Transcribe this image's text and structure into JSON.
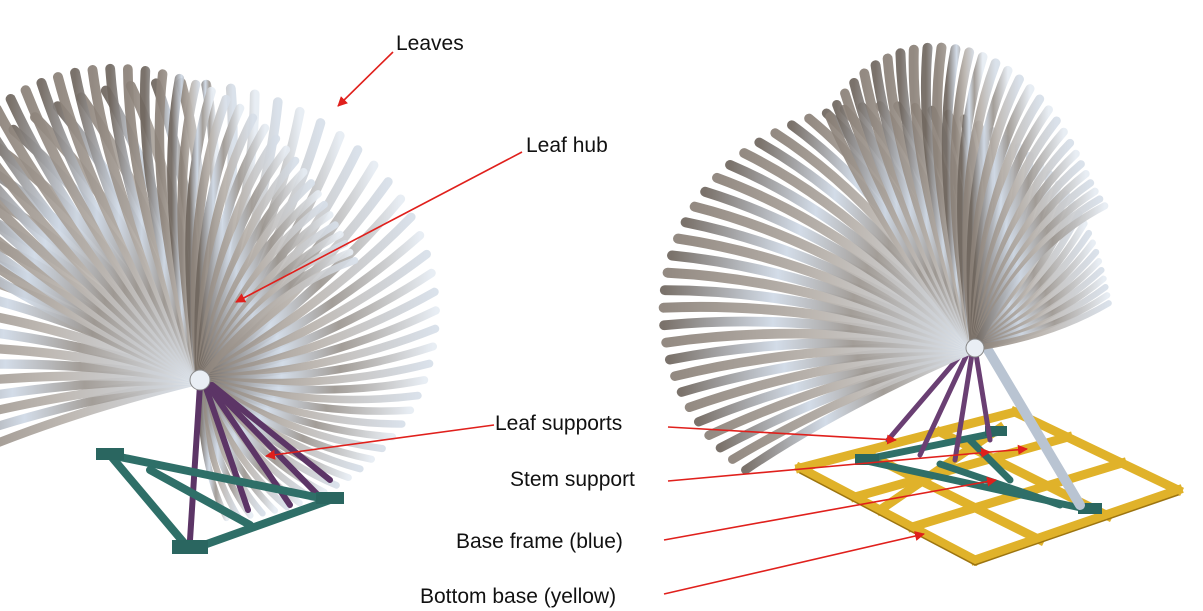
{
  "labels": {
    "leaves": "Leaves",
    "leaf_hub": "Leaf hub",
    "leaf_supports": "Leaf supports",
    "stem_support": "Stem support",
    "base_frame": "Base frame (blue)",
    "bottom_base": "Bottom base (yellow)"
  },
  "colors": {
    "arrow": "#e0201c",
    "leaf_light": "#c9d6e6",
    "leaf_mid": "#a5a09a",
    "leaf_dark": "#7c7268",
    "support_purple": "#6a3f73",
    "frame_teal": "#2f6f68",
    "base_yellow": "#e0b22a"
  }
}
